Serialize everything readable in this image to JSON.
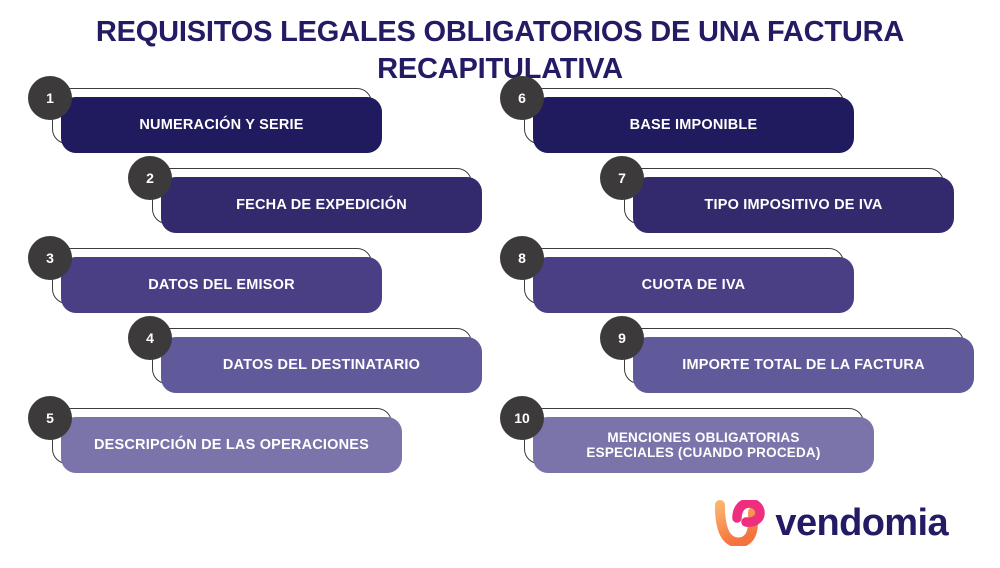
{
  "title": "REQUISITOS LEGALES OBLIGATORIOS DE UNA FACTURA RECAPITULATIVA",
  "colors": {
    "title": "#231b63",
    "badge": "#3c3a3a",
    "outline": "#3c3c3c",
    "background": "#ffffff",
    "logo_text": "#231b63",
    "logo_swoosh_orange": "#f79b54",
    "logo_swoosh_pink": "#ef2f7e"
  },
  "columns": [
    {
      "name": "left-column",
      "items": [
        {
          "number": "1",
          "label": "NUMERACIÓN Y SERIE",
          "color": "#201a5e",
          "indent": false
        },
        {
          "number": "2",
          "label": "FECHA DE EXPEDICIÓN",
          "color": "#332a6e",
          "indent": true
        },
        {
          "number": "3",
          "label": "DATOS DEL EMISOR",
          "color": "#4a3f85",
          "indent": false
        },
        {
          "number": "4",
          "label": "DATOS DEL DESTINATARIO",
          "color": "#615a9a",
          "indent": true
        },
        {
          "number": "5",
          "label": "DESCRIPCIÓN DE LAS OPERACIONES",
          "color": "#7b74ab",
          "indent": false
        }
      ]
    },
    {
      "name": "right-column",
      "items": [
        {
          "number": "6",
          "label": "BASE IMPONIBLE",
          "color": "#201a5e",
          "indent": false
        },
        {
          "number": "7",
          "label": "TIPO IMPOSITIVO DE IVA",
          "color": "#332a6e",
          "indent": true
        },
        {
          "number": "8",
          "label": "CUOTA DE IVA",
          "color": "#4a3f85",
          "indent": false
        },
        {
          "number": "9",
          "label": "IMPORTE TOTAL DE LA FACTURA",
          "color": "#615a9a",
          "indent": true
        },
        {
          "number": "10",
          "label": "MENCIONES OBLIGATORIAS\nESPECIALES (CUANDO PROCEDA)",
          "color": "#7b74ab",
          "indent": false
        }
      ]
    }
  ],
  "logo": {
    "text": "vendomia",
    "mark": "vendomia-swoosh-icon"
  }
}
